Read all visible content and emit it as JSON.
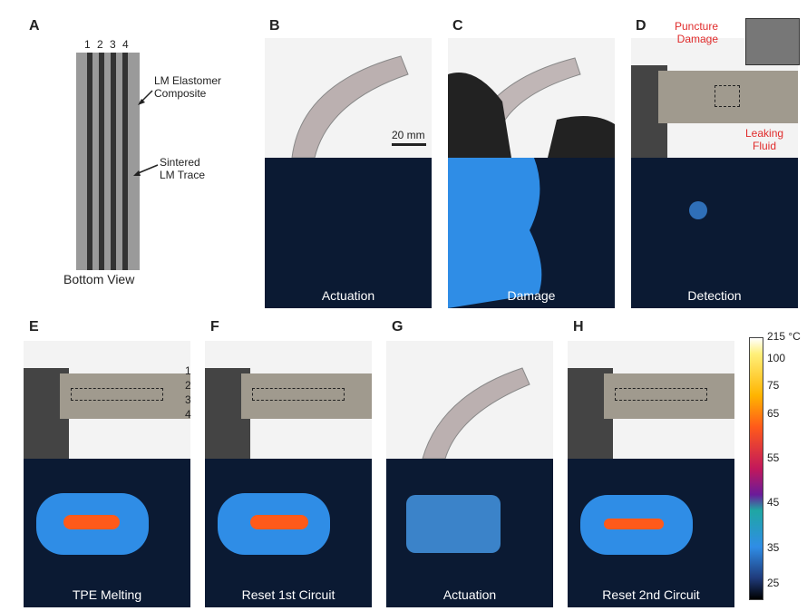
{
  "panels": {
    "A": {
      "label": "A",
      "trace_numbers": [
        "1",
        "2",
        "3",
        "4"
      ],
      "annot_composite": "LM Elastomer\nComposite",
      "annot_trace": "Sintered\nLM Trace",
      "caption": "Bottom View"
    },
    "B": {
      "label": "B",
      "scalebar": "20 mm",
      "caption": "Actuation"
    },
    "C": {
      "label": "C",
      "caption": "Damage"
    },
    "D": {
      "label": "D",
      "annot_puncture": "Puncture\nDamage",
      "annot_leak": "Leaking\nFluid",
      "caption": "Detection"
    },
    "E": {
      "label": "E",
      "circuit_numbers": [
        "1",
        "2",
        "3",
        "4"
      ],
      "caption": "TPE Melting"
    },
    "F": {
      "label": "F",
      "caption": "Reset 1st Circuit"
    },
    "G": {
      "label": "G",
      "caption": "Actuation"
    },
    "H": {
      "label": "H",
      "caption": "Reset 2nd Circuit"
    }
  },
  "colorbar": {
    "top_label": "215 °C",
    "ticks": [
      "100",
      "75",
      "65",
      "55",
      "45",
      "35",
      "25"
    ]
  },
  "colors": {
    "thermal_bg": "#0b1a33",
    "hot": "#ff5a1a",
    "cool_blue": "#2f8de6",
    "annotation_red": "#e02b2b"
  }
}
